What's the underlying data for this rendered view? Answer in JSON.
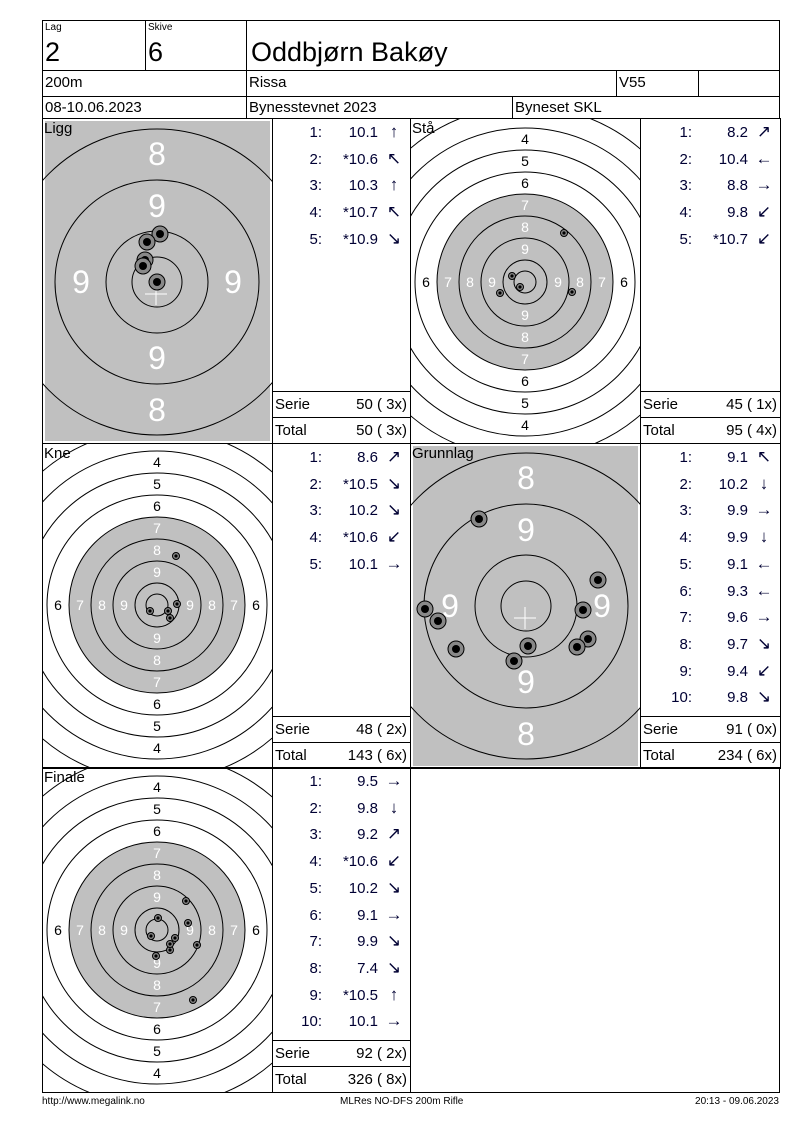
{
  "header": {
    "lag_label": "Lag",
    "lag": "2",
    "skive_label": "Skive",
    "skive": "6",
    "shooter_name": "Oddbjørn Bakøy",
    "distance": "200m",
    "club": "Rissa",
    "class": "V55",
    "date": "08-10.06.2023",
    "event": "Bynesstevnet 2023",
    "organizer": "Byneset SKL"
  },
  "labels": {
    "serie": "Serie",
    "total": "Total"
  },
  "sections": [
    {
      "name": "Ligg",
      "target": "A",
      "shots": [
        {
          "n": "1:",
          "score": "10.1",
          "dir": "up"
        },
        {
          "n": "2:",
          "score": "*10.6",
          "dir": "up-left"
        },
        {
          "n": "3:",
          "score": "10.3",
          "dir": "up"
        },
        {
          "n": "4:",
          "score": "*10.7",
          "dir": "up-left"
        },
        {
          "n": "5:",
          "score": "*10.9",
          "dir": "down-right"
        }
      ],
      "serie": "50 ( 3x)",
      "total": "50 ( 3x)"
    },
    {
      "name": "Stå",
      "target": "B",
      "shots": [
        {
          "n": "1:",
          "score": "8.2",
          "dir": "up-right"
        },
        {
          "n": "2:",
          "score": "10.4",
          "dir": "left"
        },
        {
          "n": "3:",
          "score": "8.8",
          "dir": "right"
        },
        {
          "n": "4:",
          "score": "9.8",
          "dir": "down-left"
        },
        {
          "n": "5:",
          "score": "*10.7",
          "dir": "down-left"
        }
      ],
      "serie": "45 ( 1x)",
      "total": "95 ( 4x)"
    },
    {
      "name": "Kne",
      "target": "B",
      "shots": [
        {
          "n": "1:",
          "score": "8.6",
          "dir": "up-right"
        },
        {
          "n": "2:",
          "score": "*10.5",
          "dir": "down-right"
        },
        {
          "n": "3:",
          "score": "10.2",
          "dir": "down-right"
        },
        {
          "n": "4:",
          "score": "*10.6",
          "dir": "down-left"
        },
        {
          "n": "5:",
          "score": "10.1",
          "dir": "right"
        }
      ],
      "serie": "48 ( 2x)",
      "total": "143 ( 6x)"
    },
    {
      "name": "Grunnlag",
      "target": "A",
      "shots": [
        {
          "n": "1:",
          "score": "9.1",
          "dir": "up-left"
        },
        {
          "n": "2:",
          "score": "10.2",
          "dir": "down"
        },
        {
          "n": "3:",
          "score": "9.9",
          "dir": "right"
        },
        {
          "n": "4:",
          "score": "9.9",
          "dir": "down"
        },
        {
          "n": "5:",
          "score": "9.1",
          "dir": "left"
        },
        {
          "n": "6:",
          "score": "9.3",
          "dir": "left"
        },
        {
          "n": "7:",
          "score": "9.6",
          "dir": "right"
        },
        {
          "n": "8:",
          "score": "9.7",
          "dir": "down-right"
        },
        {
          "n": "9:",
          "score": "9.4",
          "dir": "down-left"
        },
        {
          "n": "10:",
          "score": "9.8",
          "dir": "down-right"
        }
      ],
      "serie": "91 ( 0x)",
      "total": "234 ( 6x)"
    },
    {
      "name": "Finale",
      "target": "B",
      "shots": [
        {
          "n": "1:",
          "score": "9.5",
          "dir": "right"
        },
        {
          "n": "2:",
          "score": "9.8",
          "dir": "down"
        },
        {
          "n": "3:",
          "score": "9.2",
          "dir": "up-right"
        },
        {
          "n": "4:",
          "score": "*10.6",
          "dir": "down-left"
        },
        {
          "n": "5:",
          "score": "10.2",
          "dir": "down-right"
        },
        {
          "n": "6:",
          "score": "9.1",
          "dir": "right"
        },
        {
          "n": "7:",
          "score": "9.9",
          "dir": "down-right"
        },
        {
          "n": "8:",
          "score": "7.4",
          "dir": "down-right"
        },
        {
          "n": "9:",
          "score": "*10.5",
          "dir": "up"
        },
        {
          "n": "10:",
          "score": "10.1",
          "dir": "right"
        }
      ],
      "serie": "92 ( 2x)",
      "total": "326 ( 8x)"
    }
  ],
  "footer": {
    "url": "http://www.megalink.no",
    "software": "MLRes NO-DFS 200m Rifle",
    "timestamp": "20:13 - 09.06.2023"
  },
  "colors": {
    "target_gray": "#c0c0c0",
    "text": "#000033"
  }
}
